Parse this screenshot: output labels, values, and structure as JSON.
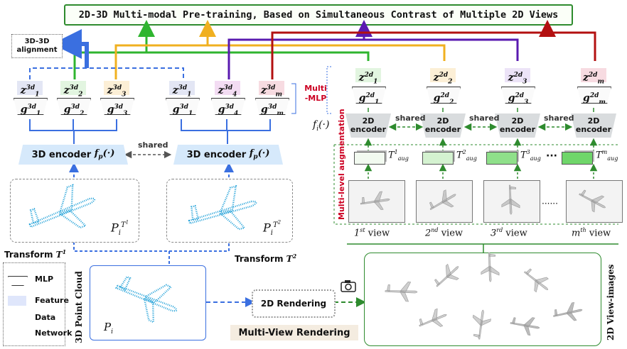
{
  "title": "2D-3D Multi-modal Pre-training, Based on Simultaneous Contrast of Multiple 2D Views",
  "alignment_label": "3D-3D alignment",
  "multi_mlp_label": "Multi -MLP",
  "shared_label": "shared",
  "left_heads": [
    {
      "z": "1",
      "g": "1",
      "color": "#e3e6f4"
    },
    {
      "z": "2",
      "g": "2",
      "color": "#e2f5e0"
    },
    {
      "z": "3",
      "g": "3",
      "color": "#fcefd6"
    },
    {
      "z": "1",
      "g": "1",
      "color": "#e3e6f4"
    },
    {
      "z": "4",
      "g": "4",
      "color": "#f3dcf3"
    },
    {
      "z": "m",
      "g": "m",
      "color": "#f7dbe1"
    }
  ],
  "right_heads": [
    {
      "z": "1",
      "g": "1",
      "color": "#e2f5e0"
    },
    {
      "z": "2",
      "g": "2",
      "color": "#fcefd6"
    },
    {
      "z": "3",
      "g": "3",
      "color": "#ece3f7"
    },
    {
      "z": "m",
      "g": "m",
      "color": "#f7dbe1"
    }
  ],
  "encoder_3d_label": "3D encoder",
  "encoder_3d_fn": "f",
  "encoder_3d_fn_sub": "p",
  "encoder_3d_fn_arg": "(·)",
  "encoder_2d_label": "2D encoder",
  "fi_label": "f",
  "fi_sub": "i",
  "fi_arg": "(·)",
  "pc_labels": [
    {
      "base": "P",
      "sub": "i",
      "sup": "T",
      "supsup": "1"
    },
    {
      "base": "P",
      "sub": "i",
      "sup": "T",
      "supsup": "2"
    }
  ],
  "transform_labels": [
    {
      "text": "Transform",
      "sym": "T",
      "sup": "1"
    },
    {
      "text": "Transform",
      "sym": "T",
      "sup": "2"
    }
  ],
  "aug_labels": [
    {
      "sup": "1",
      "sub": "aug"
    },
    {
      "sup": "2",
      "sub": "aug"
    },
    {
      "sup": "3",
      "sub": "aug"
    },
    {
      "sup": "m",
      "sub": "aug"
    }
  ],
  "aug_ellipsis": "···",
  "multi_level_label": "Multi-level augmentation",
  "view_ellipsis": "······",
  "view_labels": [
    {
      "n": "1",
      "sup": "st",
      "word": "view"
    },
    {
      "n": "2",
      "sup": "nd",
      "word": "view"
    },
    {
      "n": "3",
      "sup": "rd",
      "word": "view"
    },
    {
      "n": "m",
      "sup": "th",
      "word": "view"
    }
  ],
  "point_cloud_side_label": "3D Point Cloud",
  "pi_label": {
    "base": "P",
    "sub": "i"
  },
  "rendering_label": "2D Rendering",
  "multi_view_rendering_label": "Multi-View Rendering",
  "view_images_side_label": "2D View-images",
  "legend": {
    "mlp": "MLP",
    "feature": "Feature",
    "data": "Data",
    "network": "Network"
  },
  "colors": {
    "green": "#2fb52f",
    "orange": "#f0b020",
    "purple": "#5a1ab0",
    "red": "#b31010",
    "blue": "#3a6fe0",
    "gray": "#555555",
    "dark_green": "#2e8b2e"
  }
}
